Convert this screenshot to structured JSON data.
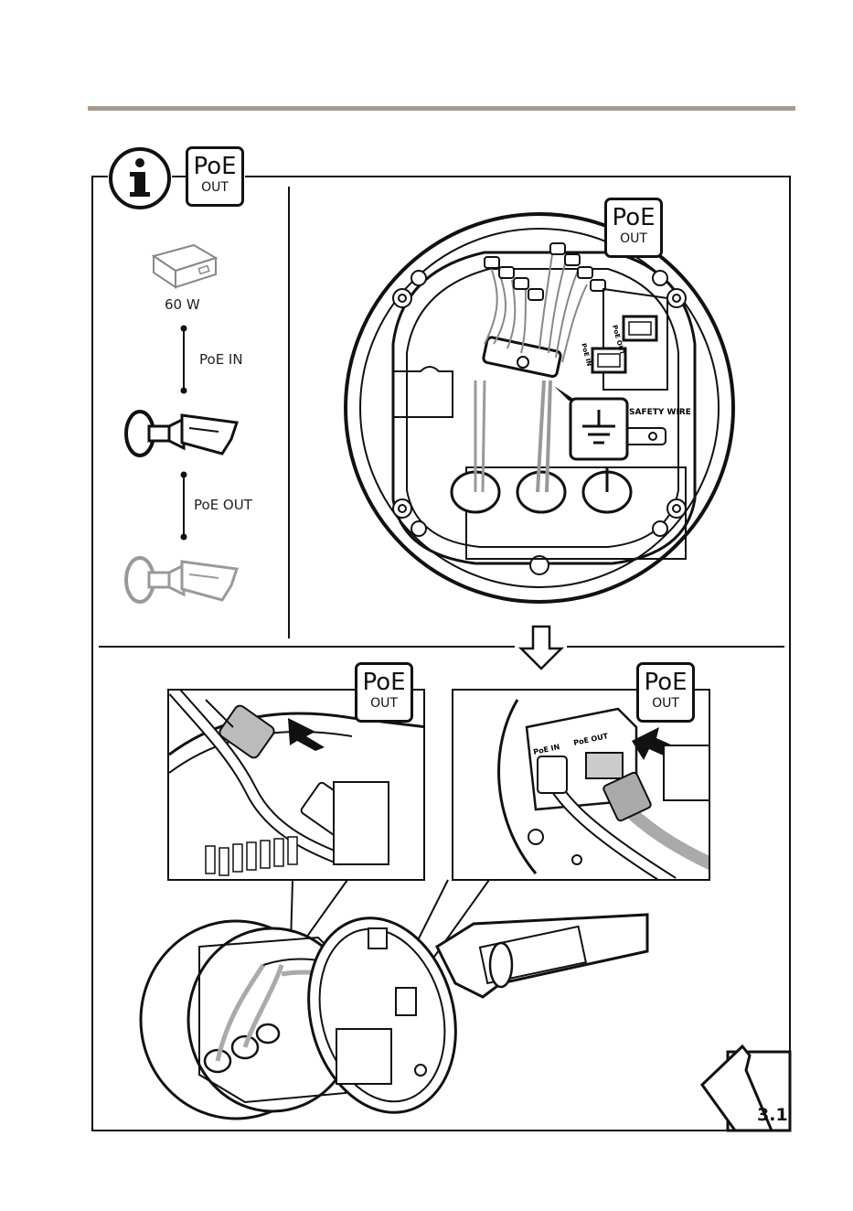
{
  "header": {
    "bar_color": "#a99a8d"
  },
  "badges": {
    "main": {
      "line1": "PoE",
      "line2": "OUT"
    },
    "housing": {
      "line1": "PoE",
      "line2": "OUT"
    },
    "detail_left": {
      "line1": "PoE",
      "line2": "OUT"
    },
    "detail_right": {
      "line1": "PoE",
      "line2": "OUT"
    }
  },
  "chain": {
    "power_label": "60 W",
    "link1_label": "PoE IN",
    "link2_label": "PoE OUT"
  },
  "housing": {
    "port_poe_out": "PoE OUT",
    "port_poe_in": "PoE IN",
    "safety_wire": "SAFETY WIRE"
  },
  "detail_right": {
    "port_poe_in": "PoE IN",
    "port_poe_out": "PoE OUT"
  },
  "icons": {
    "info": "info-icon",
    "ground": "ground-symbol-icon",
    "arrow": "down-arrow-icon"
  },
  "page_number": "3.1"
}
